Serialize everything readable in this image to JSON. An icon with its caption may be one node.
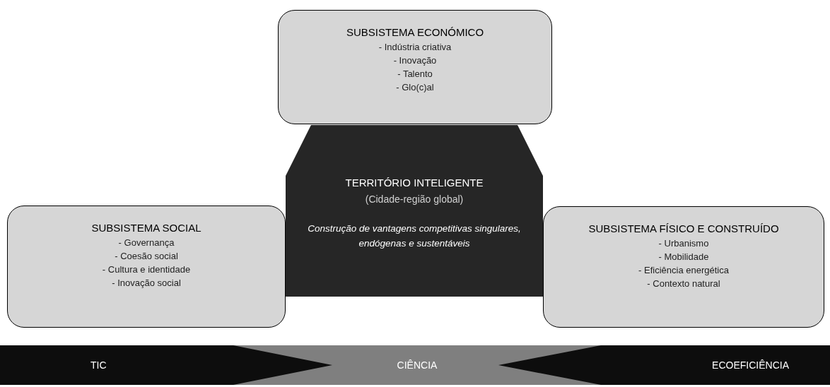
{
  "diagram": {
    "nodes": [
      {
        "text": [
          "SUBSISTEMA ECONÓMICO",
          "- Indústria criativa",
          "- Inovação",
          "- Talento",
          "- Glo(c)al"
        ]
      },
      {
        "text": [
          "TERRITÓRIO INTELIGENTE",
          "(Cidade-região global)",
          "Construção de vantagens competitivas singulares, endógenas e sustentáveis"
        ]
      },
      {
        "text": [
          "SUBSISTEMA SOCIAL",
          "- Governança",
          "- Coesão social",
          "- Cultura e identidade",
          "- Inovação social"
        ]
      },
      {
        "text": [
          "SUBSISTEMA FÍSICO E CONSTRUÍDO",
          "- Urbanismo",
          "- Mobilidade",
          "- Eficiência energética",
          "- Contexto natural"
        ]
      },
      {
        "text": [
          "TIC"
        ]
      },
      {
        "text": [
          "CIÊNCIA"
        ]
      },
      {
        "text": [
          "ECOEFICIÊNCIA"
        ]
      }
    ],
    "edges": []
  }
}
